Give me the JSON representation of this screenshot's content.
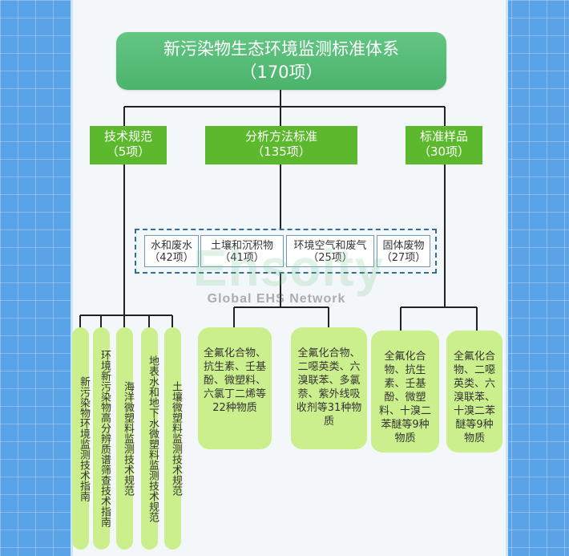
{
  "root": {
    "title": "新污染物生态环境监测标准体系",
    "count": "（170项）"
  },
  "categories": [
    {
      "label": "技术规范",
      "count": "（5项）"
    },
    {
      "label": "分析方法标准",
      "count": "（135项）"
    },
    {
      "label": "标准样品",
      "count": "（30项）"
    }
  ],
  "media": [
    {
      "label": "水和废水",
      "count": "（42项）"
    },
    {
      "label": "土壤和沉积物",
      "count": "（41项）"
    },
    {
      "label": "环境空气和废气",
      "count": "（25项）"
    },
    {
      "label": "固体废物",
      "count": "（27项）"
    }
  ],
  "tech_specs": [
    "新污染物环境监测技术指南",
    "环境新污染物高分辨质谱筛查技术指南",
    "海洋微塑料监测技术规范",
    "地表水和地下水微塑料监测技术规范",
    "土壤微塑料监测技术规范"
  ],
  "method_substances": [
    "全氟化合物、抗生素、壬基酚、微塑料、六氯丁二烯等22种物质",
    "全氟化合物、二噁英类、六溴联苯、多氯萘、紫外线吸收剂等31种物质"
  ],
  "sample_substances": [
    "全氟化合物、抗生素、壬基酚、微塑料、十溴二苯醚等9种物质",
    "全氟化合物、二噁英类、六溴联苯、十溴二苯醚等9种物质"
  ],
  "watermark": {
    "brand": "Ehsoity",
    "tagline": "Global EHS Network"
  }
}
